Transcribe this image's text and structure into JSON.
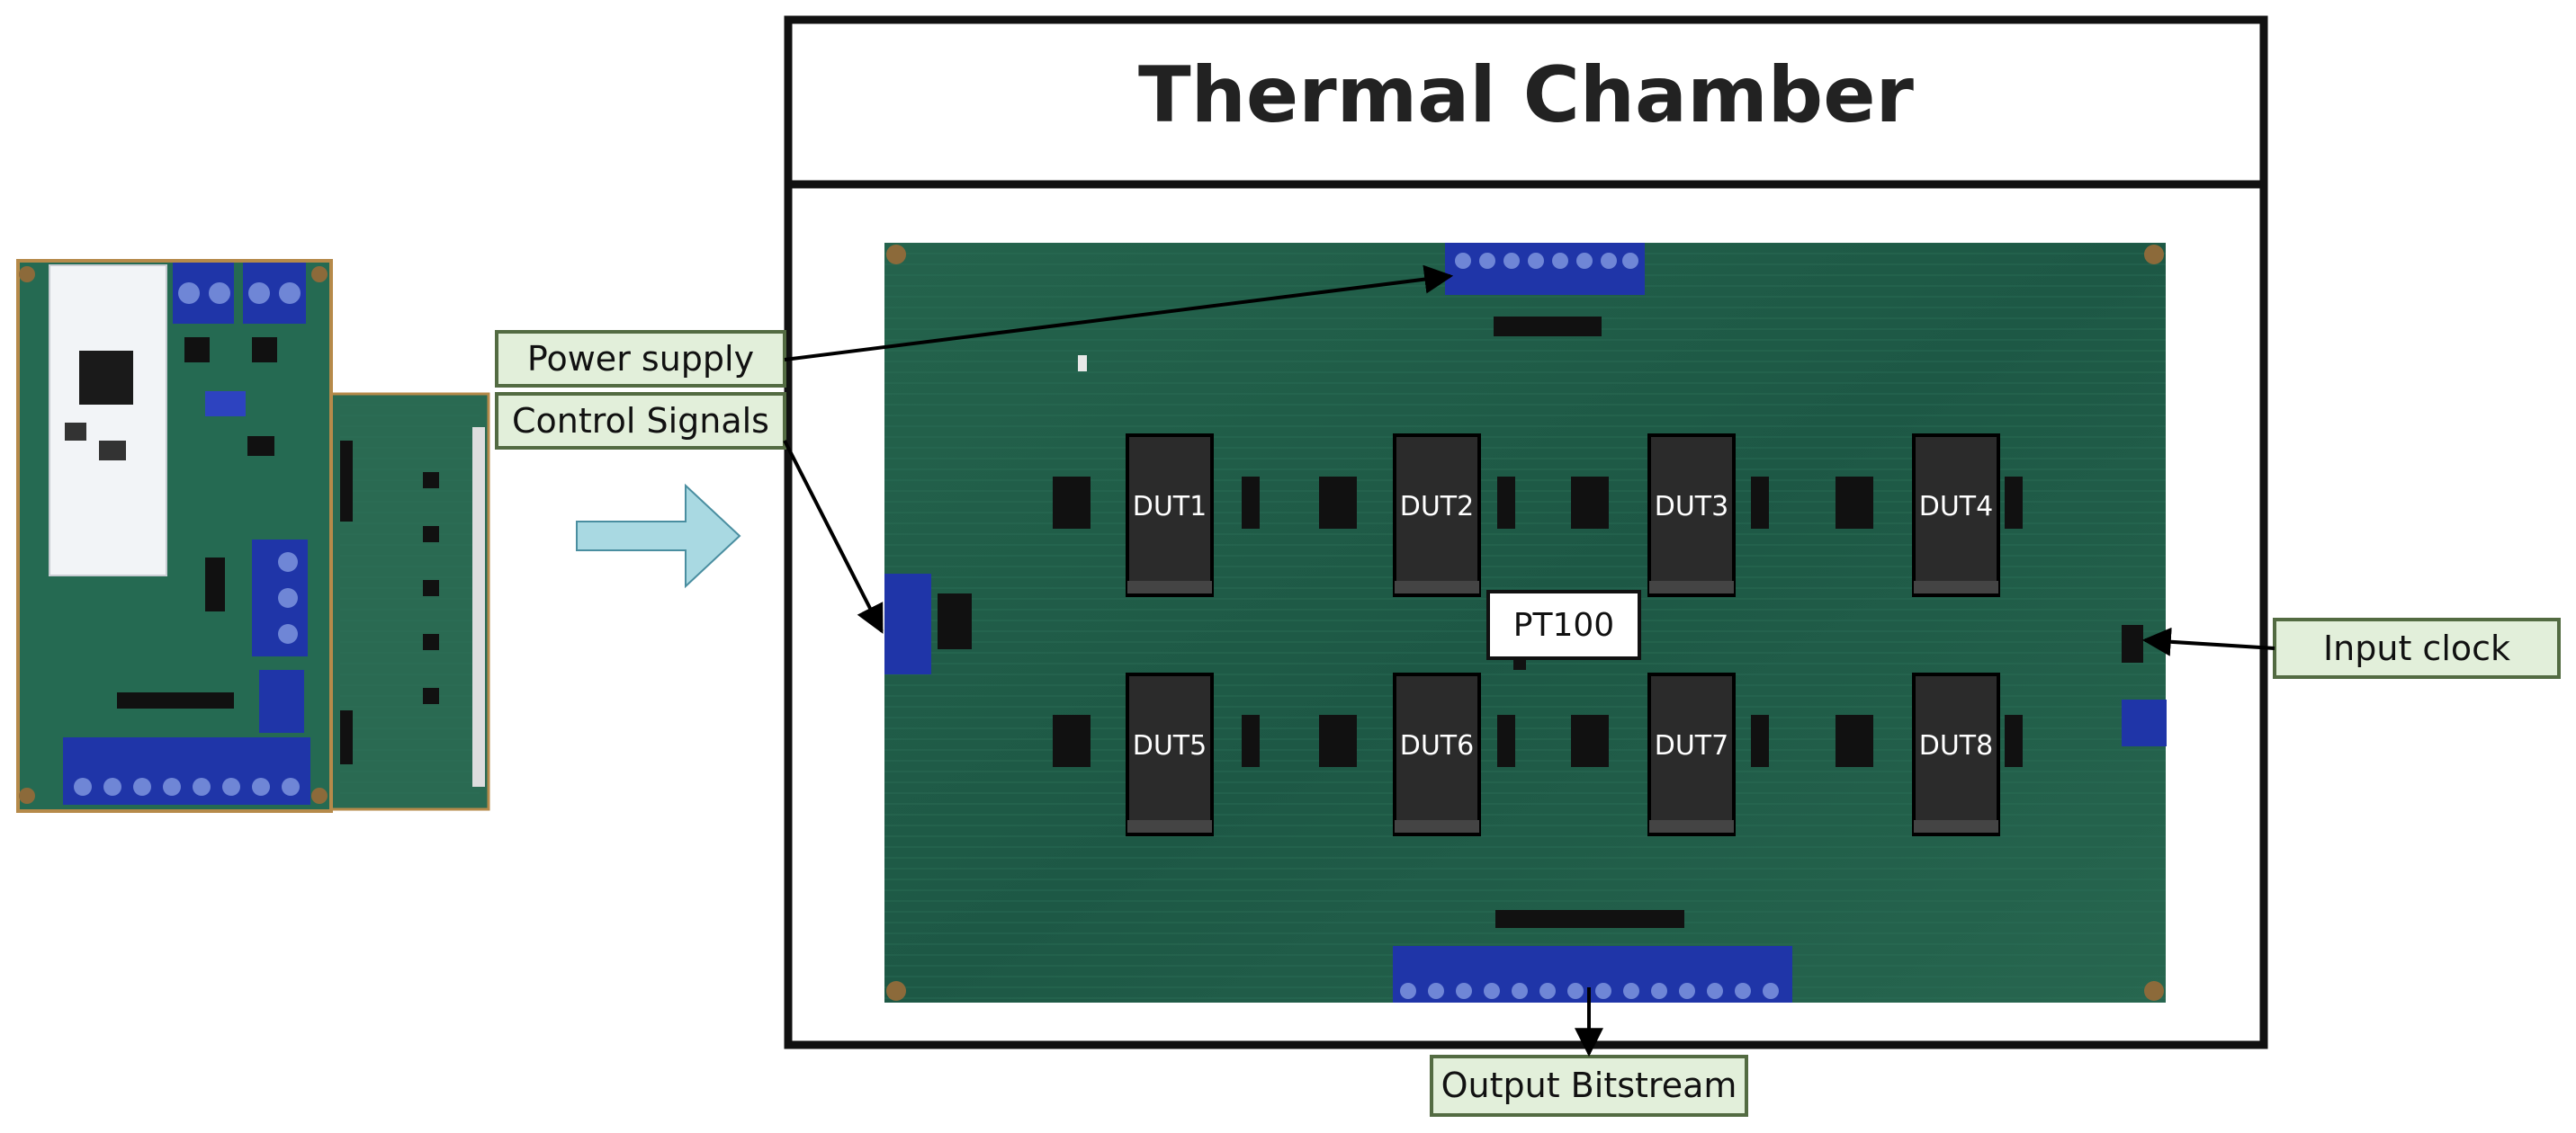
{
  "chamber": {
    "title": "Thermal Chamber"
  },
  "callouts": {
    "power_supply": "Power supply",
    "control_signals": "Control Signals",
    "input_clock": "Input clock",
    "output_bitstream": "Output Bitstream"
  },
  "sensor": {
    "label": "PT100"
  },
  "duts": [
    "DUT1",
    "DUT2",
    "DUT3",
    "DUT4",
    "DUT5",
    "DUT6",
    "DUT7",
    "DUT8"
  ],
  "colors": {
    "pcb_green": "#1f5c47",
    "callout_fill": "#e2efda",
    "callout_stroke": "#536b42",
    "arrow_fill": "#a9d9e2",
    "connector_blue": "#1f35a8",
    "chip_fill": "#2b2b2b"
  }
}
